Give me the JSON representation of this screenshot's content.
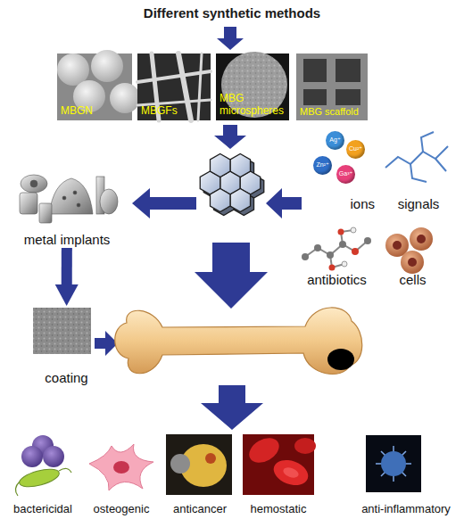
{
  "diagram": {
    "title": "Different synthetic methods",
    "nodes": [
      {
        "text": [
          "MBGN"
        ]
      },
      {
        "text": [
          "MBGFs"
        ]
      },
      {
        "text": [
          "MBG microspheres"
        ]
      },
      {
        "text": [
          "MBG scaffold"
        ]
      },
      {
        "text": [
          "ions"
        ]
      },
      {
        "text": [
          "Ag⁺"
        ],
        "in": 4
      },
      {
        "text": [
          "Cu²⁺"
        ],
        "in": 4
      },
      {
        "text": [
          "Zn²⁺"
        ],
        "in": 4
      },
      {
        "text": [
          "Ga³⁺"
        ],
        "in": 4
      },
      {
        "text": [
          "signals"
        ]
      },
      {
        "text": [
          "metal implants"
        ]
      },
      {
        "text": [
          "antibiotics"
        ]
      },
      {
        "text": [
          "cells"
        ]
      },
      {
        "text": [
          "coating"
        ]
      },
      {
        "text": [
          "bactericidal"
        ]
      },
      {
        "text": [
          "osteogenic"
        ]
      },
      {
        "text": [
          "anticancer"
        ]
      },
      {
        "text": [
          "hemostatic"
        ]
      },
      {
        "text": [
          "anti-inflammatory"
        ]
      }
    ],
    "edges": [
      {
        "from": 10,
        "to": 13,
        "arrow": "to"
      }
    ]
  }
}
